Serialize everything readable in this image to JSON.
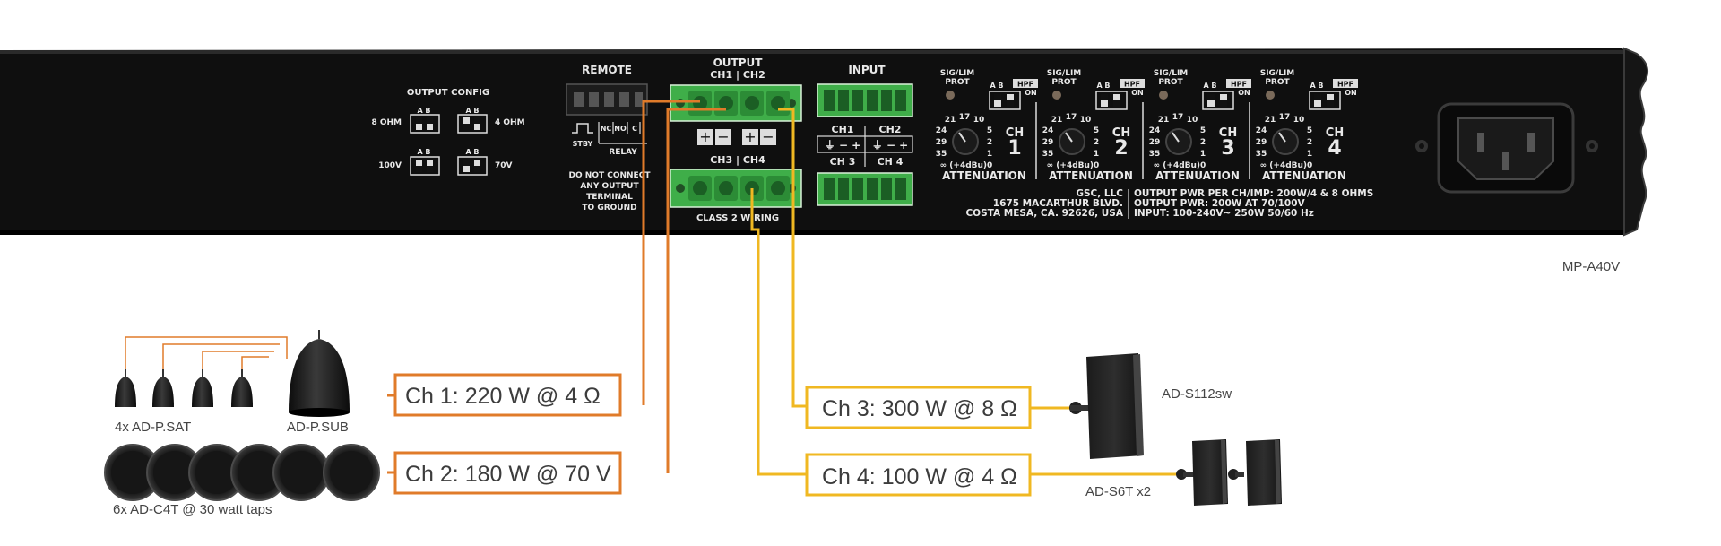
{
  "model": "MP-A40V",
  "colors": {
    "orange": "#e07b2a",
    "yellow": "#f0b822",
    "green": "#3fae49",
    "chassis": "#111111"
  },
  "panel": {
    "remote": {
      "title": "REMOTE",
      "stby": "STBY",
      "nc": "NC",
      "no": "NO",
      "c": "C",
      "relay": "RELAY"
    },
    "output_config": {
      "title": "OUTPUT CONFIG",
      "ab": "A B",
      "ohm8": "8 OHM",
      "ohm4": "4 OHM",
      "v100": "100V",
      "v70": "70V"
    },
    "output": {
      "title": "OUTPUT",
      "ch12": "CH1 | CH2",
      "ch34": "CH3 | CH4",
      "class2": "CLASS 2 WIRING",
      "plus": "+",
      "minus": "−"
    },
    "warning": [
      "DO NOT CONNECT",
      "ANY OUTPUT",
      "TERMINAL",
      "TO GROUND"
    ],
    "input": {
      "title": "INPUT",
      "ch1": "CH1",
      "ch2": "CH2",
      "ch3": "CH 3",
      "ch4": "CH 4"
    },
    "channels": [
      {
        "siglim": "SIG/LIM",
        "prot": "PROT",
        "ab": "A B",
        "hpf": "HPF",
        "on": "ON",
        "ch": "CH",
        "num": "1",
        "att": "ATTENUATION"
      },
      {
        "siglim": "SIG/LIM",
        "prot": "PROT",
        "ab": "A B",
        "hpf": "HPF",
        "on": "ON",
        "ch": "CH",
        "num": "2",
        "att": "ATTENUATION"
      },
      {
        "siglim": "SIG/LIM",
        "prot": "PROT",
        "ab": "A B",
        "hpf": "HPF",
        "on": "ON",
        "ch": "CH",
        "num": "3",
        "att": "ATTENUATION"
      },
      {
        "siglim": "SIG/LIM",
        "prot": "PROT",
        "ab": "A B",
        "hpf": "HPF",
        "on": "ON",
        "ch": "CH",
        "num": "4",
        "att": "ATTENUATION"
      }
    ],
    "knob_scale": {
      "top": "17",
      "t1": "21",
      "t2": "10",
      "m1": "24",
      "m2": "5",
      "l1": "29",
      "l2": "2",
      "b1": "35",
      "b2": "1",
      "base": "∞ (+4dBu)0"
    },
    "address": [
      "GSC, LLC",
      "1675 MACARTHUR BLVD.",
      "COSTA MESA, CA. 92626, USA"
    ],
    "specs": [
      "OUTPUT PWR PER CH/IMP: 200W/4 & 8 OHMS",
      "OUTPUT PWR: 200W AT 70/100V",
      "INPUT: 100-240V~ 250W 50/60 Hz"
    ]
  },
  "channel_boxes": [
    {
      "label": "Ch 1: 220 W @ 4 Ω"
    },
    {
      "label": "Ch 2: 180 W @ 70 V"
    },
    {
      "label": "Ch 3: 300 W @ 8 Ω"
    },
    {
      "label": "Ch 4: 100 W @ 4 Ω"
    }
  ],
  "devices": {
    "sat": "4x AD-P.SAT",
    "sub": "AD-P.SUB",
    "c4t": "6x AD-C4T @ 30 watt taps",
    "s112": "AD-S112sw",
    "s6t": "AD-S6T x2"
  }
}
